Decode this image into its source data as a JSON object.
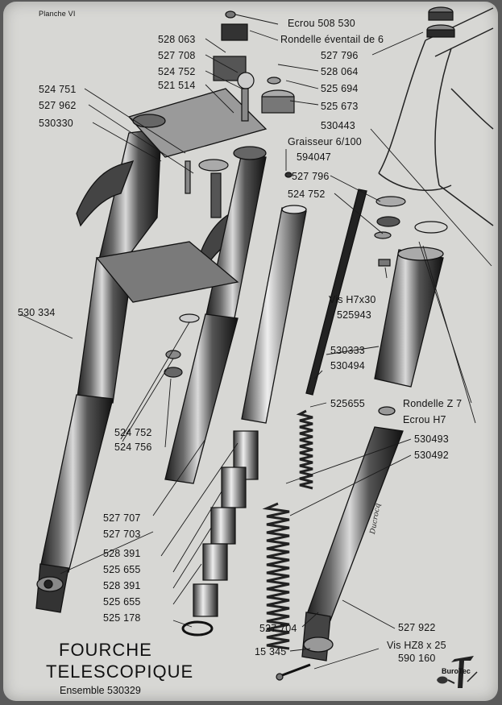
{
  "sheet": {
    "planche": "Planche VI",
    "title_line1": "FOURCHE",
    "title_line2": "TELESCOPIQUE",
    "ensemble": "Ensemble 530329",
    "logo_text": "BuroTec",
    "signature": "Ducrocq"
  },
  "labels": {
    "ecrou_508530": "Ecrou  508 530",
    "rondelle_eventail": "Rondelle éventail de 6",
    "p527796_top": "527 796",
    "p528063": "528 063",
    "p527708": "527 708",
    "p524752_a": "524 752",
    "p521514": "521 514",
    "p528064": "528 064",
    "p525694": "525 694",
    "p524751": "524 751",
    "p527962": "527 962",
    "p530330": "530330",
    "p525673": "525 673",
    "p530443": "530443",
    "graisseur": "Graisseur 6/100",
    "p594047": "594047",
    "p527796_mid": "527 796",
    "p524752_b": "524 752",
    "p530334": "530 334",
    "vis_h7x30": "Vis H7x30",
    "p525943": "525943",
    "p530333": "530333",
    "p530494": "530494",
    "rondelle_z7": "Rondelle Z 7",
    "ecrou_h7": "Ecrou H7",
    "p525655_a": "525655",
    "p524752_c": "524 752",
    "p524756": "524 756",
    "p530493": "530493",
    "p530492": "530492",
    "p527707": "527 707",
    "p527703": "527 703",
    "p528391_a": "528 391",
    "p525655_b": "525 655",
    "p528391_b": "528 391",
    "p525655_c": "525 655",
    "p525178": "525 178",
    "p527704": "527 704",
    "p527922": "527 922",
    "p15345": "15 345",
    "vis_hz8x25": "Vis HZ8 x 25",
    "p590160": "590 160"
  }
}
